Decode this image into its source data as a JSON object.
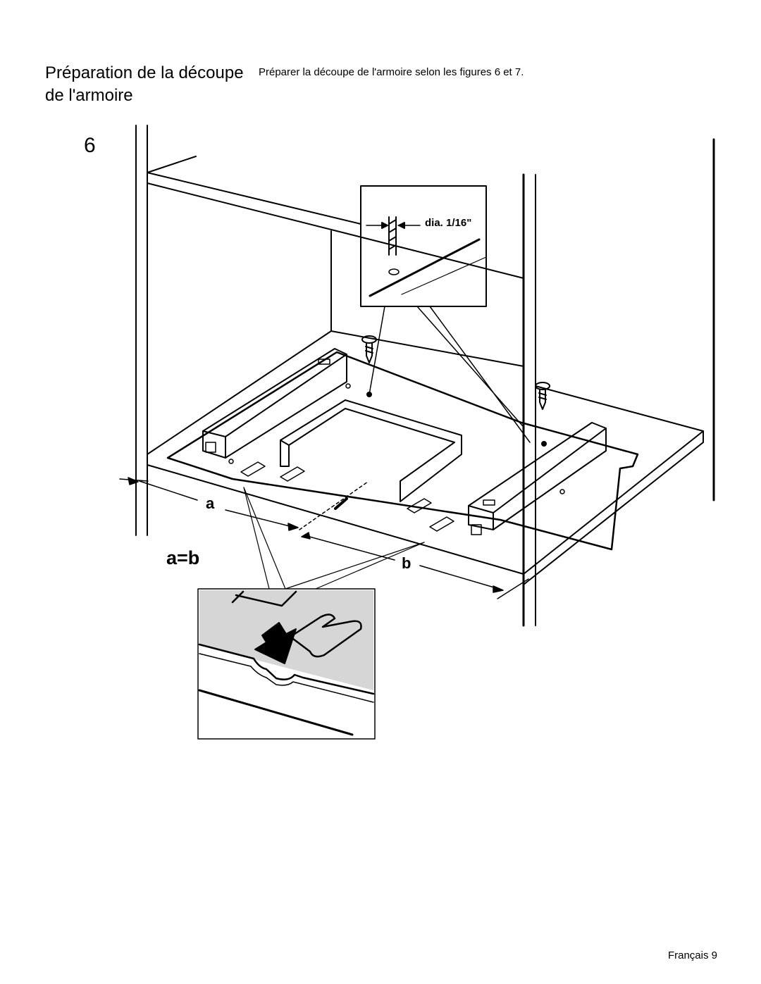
{
  "heading": {
    "line1": "Préparation de la découpe",
    "line2": "de l'armoire"
  },
  "intro_text": "Préparer la découpe de l'armoire selon les figures 6 et 7.",
  "figure": {
    "number": "6",
    "equation": "a=b",
    "dim_a": "a",
    "dim_b": "b",
    "drill_label": "dia. 1/16\""
  },
  "footer": {
    "page_label": "Français 9"
  }
}
